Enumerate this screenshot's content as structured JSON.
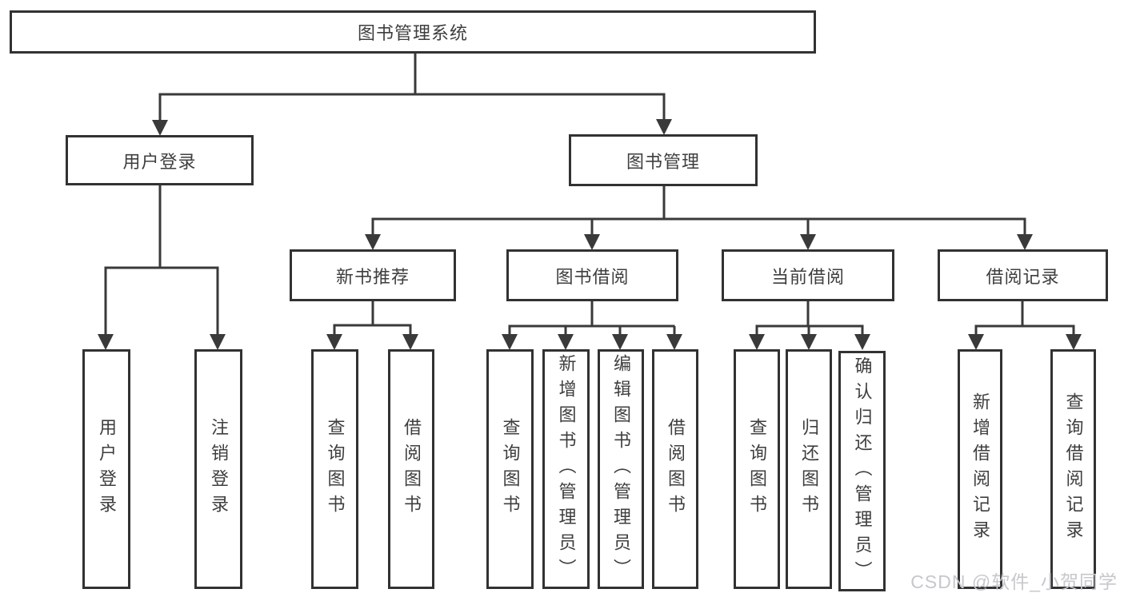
{
  "nodes": {
    "root": "图书管理系统",
    "user_login": "用户登录",
    "book_mgmt": "图书管理",
    "new_books": "新书推荐",
    "book_borrow": "图书借阅",
    "current_borrow": "当前借阅",
    "borrow_records": "借阅记录",
    "leaf_user_login": "用户登录",
    "leaf_logout": "注销登录",
    "leaf_query_book_1": "查询图书",
    "leaf_borrow_book_1": "借阅图书",
    "leaf_query_book_2": "查询图书",
    "leaf_add_book": "新增图书（管理员）",
    "leaf_edit_book": "编辑图书（管理员）",
    "leaf_borrow_book_2": "借阅图书",
    "leaf_query_book_3": "查询图书",
    "leaf_return_book": "归还图书",
    "leaf_confirm_return": "确认归还（管理员）",
    "leaf_add_record": "新增借阅记录",
    "leaf_query_record": "查询借阅记录"
  },
  "hierarchy": {
    "label": "图书管理系统",
    "children": [
      {
        "label": "用户登录",
        "children": [
          {
            "label": "用户登录"
          },
          {
            "label": "注销登录"
          }
        ]
      },
      {
        "label": "图书管理",
        "children": [
          {
            "label": "新书推荐",
            "children": [
              {
                "label": "查询图书"
              },
              {
                "label": "借阅图书"
              }
            ]
          },
          {
            "label": "图书借阅",
            "children": [
              {
                "label": "查询图书"
              },
              {
                "label": "新增图书（管理员）"
              },
              {
                "label": "编辑图书（管理员）"
              },
              {
                "label": "借阅图书"
              }
            ]
          },
          {
            "label": "当前借阅",
            "children": [
              {
                "label": "查询图书"
              },
              {
                "label": "归还图书"
              },
              {
                "label": "确认归还（管理员）"
              }
            ]
          },
          {
            "label": "借阅记录",
            "children": [
              {
                "label": "新增借阅记录"
              },
              {
                "label": "查询借阅记录"
              }
            ]
          }
        ]
      }
    ]
  },
  "watermark": "CSDN @软件_小贺同学",
  "colors": {
    "line": "#3a3a3a",
    "box_border": "#323232",
    "text": "#3e3e3e",
    "watermark": "#c7c7cd",
    "background": "#ffffff"
  }
}
